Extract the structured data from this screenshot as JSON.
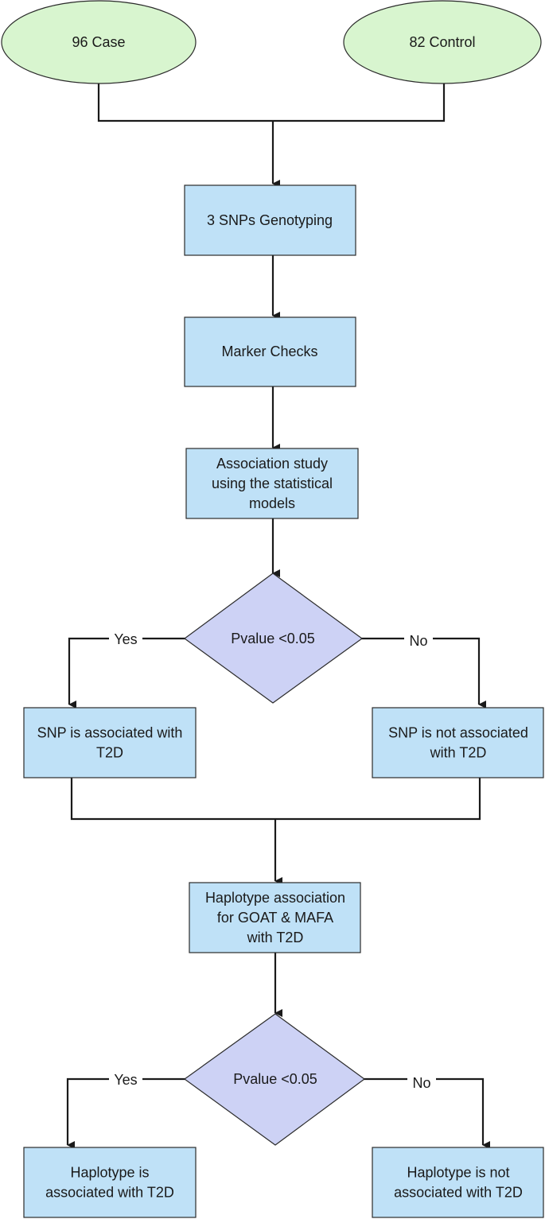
{
  "colors": {
    "terminal_fill": "#d8f5cf",
    "process_fill": "#bfe1f7",
    "decision_fill": "#cdd2f5",
    "stroke": "#2b2b2b"
  },
  "nodes": {
    "case": {
      "lines": [
        "96 Case"
      ]
    },
    "control": {
      "lines": [
        "82 Control"
      ]
    },
    "genotyping": {
      "lines": [
        "3 SNPs Genotyping"
      ]
    },
    "marker_checks": {
      "lines": [
        "Marker Checks"
      ]
    },
    "association_study": {
      "lines": [
        "Association study",
        "using the statistical",
        "models"
      ]
    },
    "decision_1": {
      "lines": [
        "Pvalue <0.05"
      ]
    },
    "snp_associated": {
      "lines": [
        "SNP is associated with",
        "T2D"
      ]
    },
    "snp_not_associated": {
      "lines": [
        "SNP is not associated",
        "with T2D"
      ]
    },
    "haplotype_association": {
      "lines": [
        "Haplotype association",
        "for GOAT & MAFA",
        "with T2D"
      ]
    },
    "decision_2": {
      "lines": [
        "Pvalue <0.05"
      ]
    },
    "haplotype_associated": {
      "lines": [
        "Haplotype is",
        "associated with T2D"
      ]
    },
    "haplotype_not_associated": {
      "lines": [
        "Haplotype is not",
        "associated with T2D"
      ]
    }
  },
  "edge_labels": {
    "decision_1_yes": "Yes",
    "decision_1_no": "No",
    "decision_2_yes": "Yes",
    "decision_2_no": "No"
  }
}
